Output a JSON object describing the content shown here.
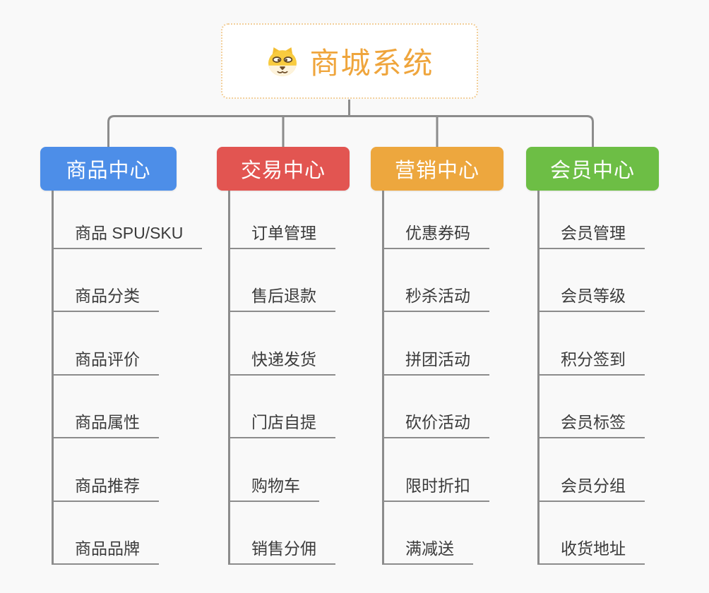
{
  "root": {
    "title": "商城系统",
    "icon": "dog-face-icon"
  },
  "branches": [
    {
      "name": "product-center",
      "label": "商品中心",
      "color": "#4d8ee8",
      "children": [
        "商品 SPU/SKU",
        "商品分类",
        "商品评价",
        "商品属性",
        "商品推荐",
        "商品品牌"
      ]
    },
    {
      "name": "trade-center",
      "label": "交易中心",
      "color": "#e25551",
      "children": [
        "订单管理",
        "售后退款",
        "快递发货",
        "门店自提",
        "购物车",
        "销售分佣"
      ]
    },
    {
      "name": "marketing-center",
      "label": "营销中心",
      "color": "#eda73e",
      "children": [
        "优惠券码",
        "秒杀活动",
        "拼团活动",
        "砍价活动",
        "限时折扣",
        "满减送"
      ]
    },
    {
      "name": "member-center",
      "label": "会员中心",
      "color": "#6dbe45",
      "children": [
        "会员管理",
        "会员等级",
        "积分签到",
        "会员标签",
        "会员分组",
        "收货地址"
      ]
    }
  ],
  "colors": {
    "background": "#f9f9f9",
    "connector_gray": "#8c8c8c",
    "root_border_orange": "#f2cf9a",
    "root_title_orange": "#efa53c",
    "leaf_text": "#3b3b3b"
  }
}
